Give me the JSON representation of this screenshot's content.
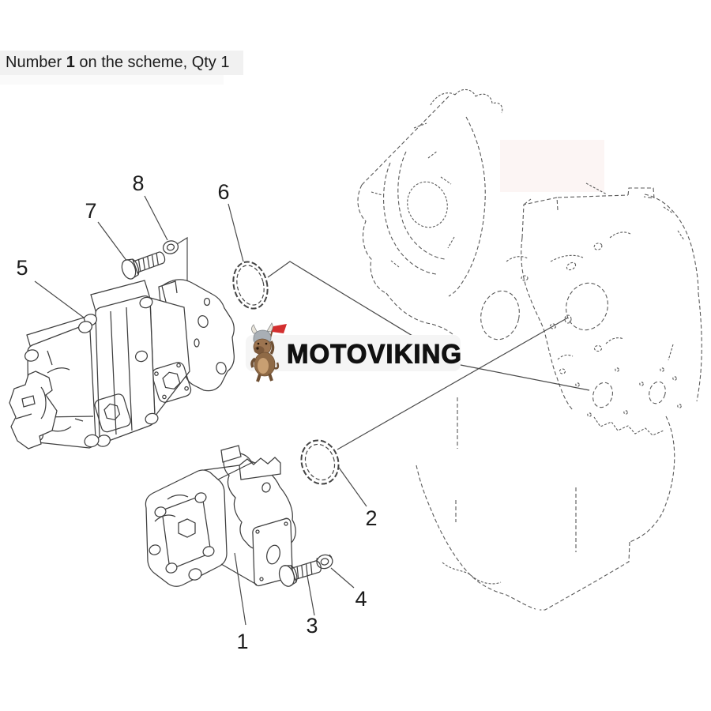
{
  "header": {
    "prefix": "Number ",
    "bold_number": "1",
    "suffix": " on the scheme, Qty 1"
  },
  "watermark": {
    "brand": "MOTOVIKING",
    "mascot": "viking-dog-mascot"
  },
  "diagram": {
    "type": "exploded-parts-diagram",
    "subject": "hydraulic gear pump mounting on engine block",
    "callouts": [
      {
        "id": "part-1",
        "label": "1"
      },
      {
        "id": "part-2",
        "label": "2"
      },
      {
        "id": "part-3",
        "label": "3"
      },
      {
        "id": "part-4",
        "label": "4"
      },
      {
        "id": "part-5",
        "label": "5"
      },
      {
        "id": "part-6",
        "label": "6"
      },
      {
        "id": "part-7",
        "label": "7"
      },
      {
        "id": "part-8",
        "label": "8"
      }
    ]
  },
  "colors": {
    "line": "#4a4a4a",
    "engine_line": "#5a5a5a",
    "label": "#1c1c1c",
    "header_bg": "#f1f1f1",
    "watermark_bg": "#f5f5f5",
    "flag_red": "#d32f2f"
  }
}
